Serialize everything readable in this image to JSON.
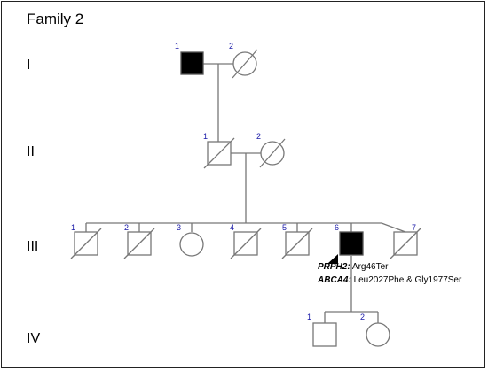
{
  "figure": {
    "title": "Family 2",
    "generations": [
      "I",
      "II",
      "III",
      "IV"
    ]
  },
  "individuals": [
    {
      "id": "I-1",
      "number": "1",
      "sex": "male",
      "affected": true,
      "deceased": false
    },
    {
      "id": "I-2",
      "number": "2",
      "sex": "female",
      "affected": false,
      "deceased": true
    },
    {
      "id": "II-1",
      "number": "1",
      "sex": "male",
      "affected": false,
      "deceased": true
    },
    {
      "id": "II-2",
      "number": "2",
      "sex": "female",
      "affected": false,
      "deceased": true
    },
    {
      "id": "III-1",
      "number": "1",
      "sex": "male",
      "affected": false,
      "deceased": true
    },
    {
      "id": "III-2",
      "number": "2",
      "sex": "male",
      "affected": false,
      "deceased": true
    },
    {
      "id": "III-3",
      "number": "3",
      "sex": "female",
      "affected": false,
      "deceased": false
    },
    {
      "id": "III-4",
      "number": "4",
      "sex": "male",
      "affected": false,
      "deceased": true
    },
    {
      "id": "III-5",
      "number": "5",
      "sex": "male",
      "affected": false,
      "deceased": true
    },
    {
      "id": "III-6",
      "number": "6",
      "sex": "male",
      "affected": true,
      "deceased": false,
      "proband": true
    },
    {
      "id": "III-7",
      "number": "7",
      "sex": "male",
      "affected": false,
      "deceased": true
    },
    {
      "id": "IV-1",
      "number": "1",
      "sex": "male",
      "affected": false,
      "deceased": false
    },
    {
      "id": "IV-2",
      "number": "2",
      "sex": "female",
      "affected": false,
      "deceased": false
    }
  ],
  "annotation": {
    "gene1": "PRPH2:",
    "variant1": "Arg46Ter",
    "gene2": "ABCA4:",
    "variant2": "Leu2027Phe & Gly1977Ser"
  },
  "colors": {
    "affected": "#000000",
    "number": "#1a1aa8",
    "line": "#777777"
  }
}
